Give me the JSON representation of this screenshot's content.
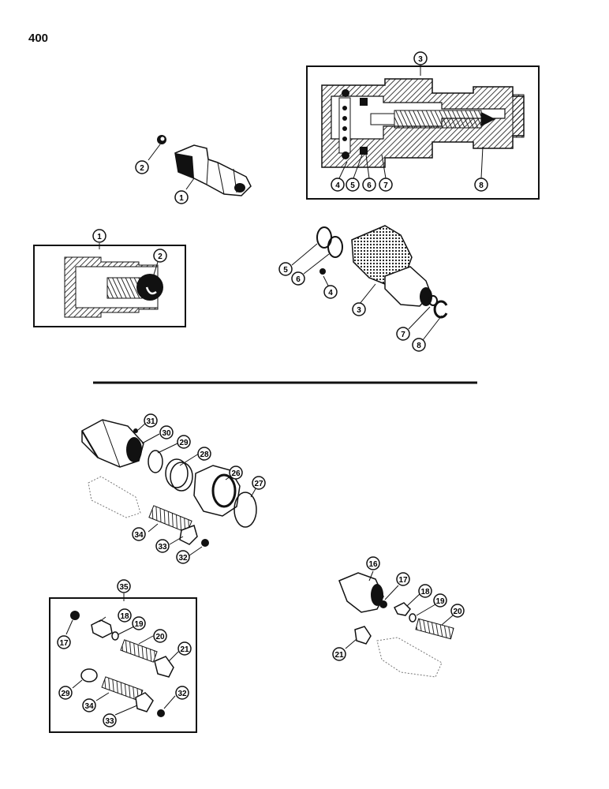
{
  "page": {
    "number": "400"
  },
  "callouts": {
    "c1": "1",
    "c2": "2",
    "c3": "3",
    "c4": "4",
    "c5": "5",
    "c6": "6",
    "c7": "7",
    "c8": "8",
    "c16": "16",
    "c17": "17",
    "c18": "18",
    "c19": "19",
    "c20": "20",
    "c21": "21",
    "c26": "26",
    "c27": "27",
    "c28": "28",
    "c29": "29",
    "c30": "30",
    "c31": "31",
    "c32": "32",
    "c33": "33",
    "c34": "34",
    "c35": "35"
  },
  "colors": {
    "ink": "#111111",
    "paper": "#ffffff",
    "gray": "#777777"
  }
}
